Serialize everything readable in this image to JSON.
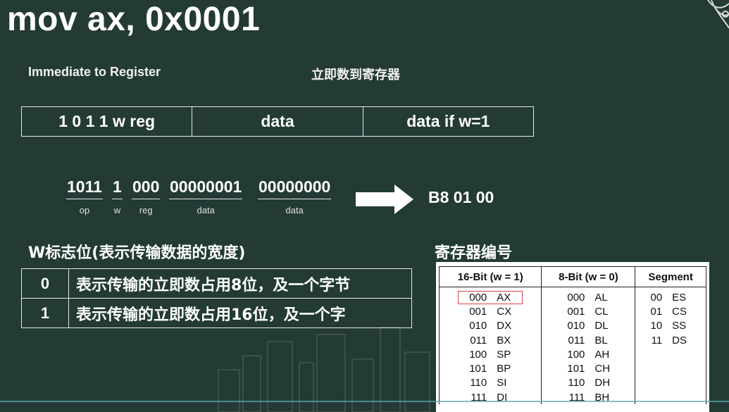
{
  "title": "mov ax, 0x0001",
  "subtitle_left": "Immediate to Register",
  "subtitle_right": "立即数到寄存器",
  "format_table": [
    "1 0 1 1 w reg",
    "data",
    "data if w=1"
  ],
  "encoding": [
    {
      "bits": "1011",
      "label": "op"
    },
    {
      "bits": "1",
      "label": "w"
    },
    {
      "bits": "000",
      "label": "reg"
    },
    {
      "bits": "00000001",
      "label": "data"
    },
    {
      "bits": "00000000",
      "label": "data"
    }
  ],
  "hex_result": "B8 01 00",
  "w_section": {
    "title": "W标志位(表示传输数据的宽度)",
    "rows": [
      {
        "key": "0",
        "value": "表示传输的立即数占用8位，及一个字节"
      },
      {
        "key": "1",
        "value": "表示传输的立即数占用16位，及一个字"
      }
    ]
  },
  "reg_section": {
    "title": "寄存器编号",
    "headers": [
      "16-Bit (w = 1)",
      "8-Bit (w = 0)",
      "Segment"
    ],
    "rows": [
      {
        "r16": [
          "000",
          "AX"
        ],
        "r8": [
          "000",
          "AL"
        ],
        "seg": [
          "00",
          "ES"
        ]
      },
      {
        "r16": [
          "001",
          "CX"
        ],
        "r8": [
          "001",
          "CL"
        ],
        "seg": [
          "01",
          "CS"
        ]
      },
      {
        "r16": [
          "010",
          "DX"
        ],
        "r8": [
          "010",
          "DL"
        ],
        "seg": [
          "10",
          "SS"
        ]
      },
      {
        "r16": [
          "011",
          "BX"
        ],
        "r8": [
          "011",
          "BL"
        ],
        "seg": [
          "11",
          "DS"
        ]
      },
      {
        "r16": [
          "100",
          "SP"
        ],
        "r8": [
          "100",
          "AH"
        ],
        "seg": [
          "",
          ""
        ]
      },
      {
        "r16": [
          "101",
          "BP"
        ],
        "r8": [
          "101",
          "CH"
        ],
        "seg": [
          "",
          ""
        ]
      },
      {
        "r16": [
          "110",
          "SI"
        ],
        "r8": [
          "110",
          "DH"
        ],
        "seg": [
          "",
          ""
        ]
      },
      {
        "r16": [
          "111",
          "DI"
        ],
        "r8": [
          "111",
          "BH"
        ],
        "seg": [
          "",
          ""
        ]
      }
    ],
    "highlight_color": "#dd4444"
  },
  "colors": {
    "background": "#233a35",
    "text": "#ffffff",
    "accent_line": "#5fa6b8"
  }
}
